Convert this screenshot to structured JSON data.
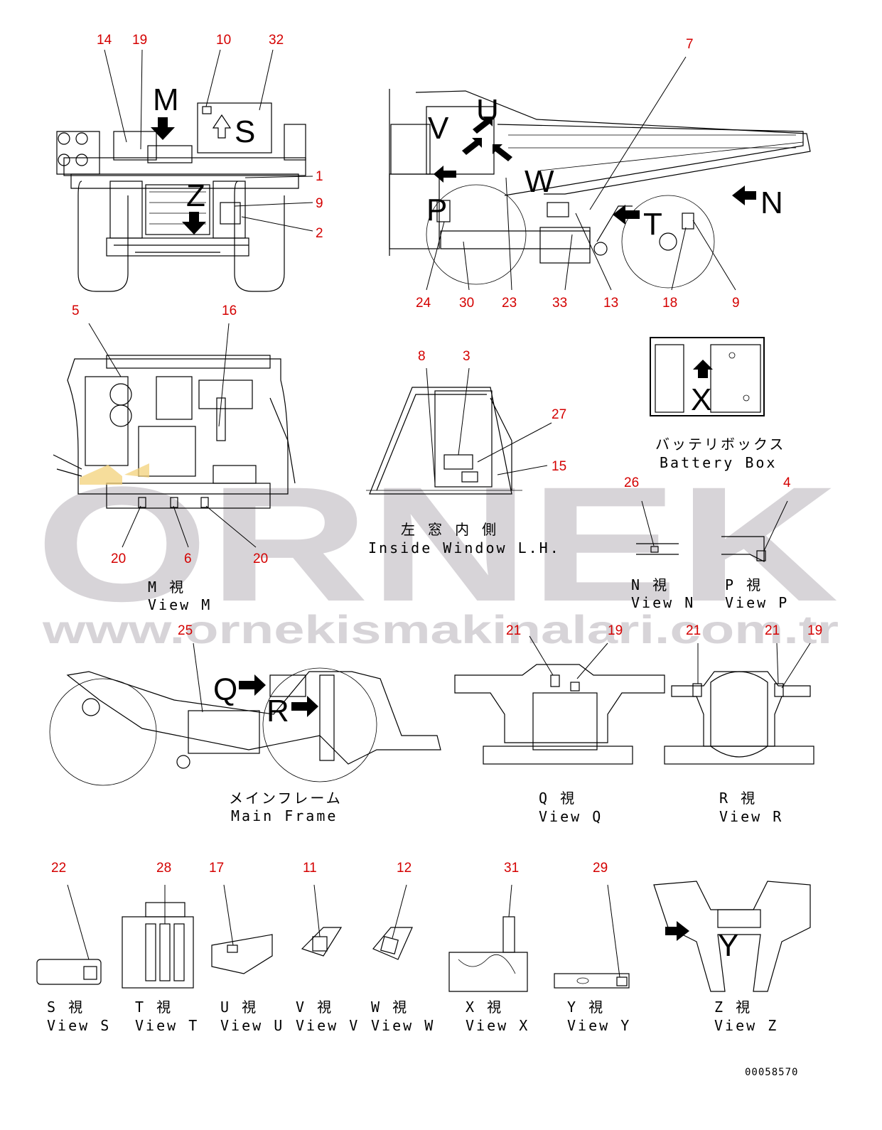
{
  "watermark": {
    "brand": "ORNEK",
    "url": "www.ornekismakinalari.com.tr"
  },
  "drawing_number": "00058570",
  "callouts": {
    "c14": "14",
    "c19a": "19",
    "c10": "10",
    "c32": "32",
    "c1": "1",
    "c9a": "9",
    "c2": "2",
    "c7": "7",
    "c24": "24",
    "c30": "30",
    "c23": "23",
    "c33": "33",
    "c13": "13",
    "c18": "18",
    "c9b": "9",
    "c5": "5",
    "c16": "16",
    "c20a": "20",
    "c6": "6",
    "c20b": "20",
    "c8": "8",
    "c3": "3",
    "c27": "27",
    "c15": "15",
    "c26": "26",
    "c4": "4",
    "c25": "25",
    "c21a": "21",
    "c19b": "19",
    "c21b": "21",
    "c21c": "21",
    "c19c": "19",
    "c22": "22",
    "c28": "28",
    "c17": "17",
    "c11": "11",
    "c12": "12",
    "c31": "31",
    "c29": "29"
  },
  "view_letters": {
    "M": "M",
    "Z": "Z",
    "S": "S",
    "U": "U",
    "V": "V",
    "W": "W",
    "P": "P",
    "T": "T",
    "N": "N",
    "X": "X",
    "Q": "Q",
    "R": "R",
    "Y": "Y"
  },
  "captions": {
    "view_m_jp": "M 視",
    "view_m_en": "View M",
    "inside_window_jp": "左 窓 内 側",
    "inside_window_en": "Inside Window L.H.",
    "battery_box_jp": "バッテリボックス",
    "battery_box_en": "Battery Box",
    "view_n_jp": "N 視",
    "view_n_en": "View N",
    "view_p_jp": "P 視",
    "view_p_en": "View P",
    "main_frame_jp": "メインフレーム",
    "main_frame_en": "Main Frame",
    "view_q_jp": "Q 視",
    "view_q_en": "View Q",
    "view_r_jp": "R 視",
    "view_r_en": "View R",
    "view_s_jp": "S 視",
    "view_s_en": "View S",
    "view_t_jp": "T 視",
    "view_t_en": "View T",
    "view_u_jp": "U 視",
    "view_u_en": "View U",
    "view_v_jp": "V 視",
    "view_v_en": "View V",
    "view_w_jp": "W 視",
    "view_w_en": "View W",
    "view_x_jp": "X 視",
    "view_x_en": "View X",
    "view_y_jp": "Y 視",
    "view_y_en": "View Y",
    "view_z_jp": "Z 視",
    "view_z_en": "View Z"
  },
  "colors": {
    "callout": "#d40000",
    "watermark": "#d7d4d8",
    "accent_yellow": "#f3d27a",
    "line": "#000000"
  }
}
